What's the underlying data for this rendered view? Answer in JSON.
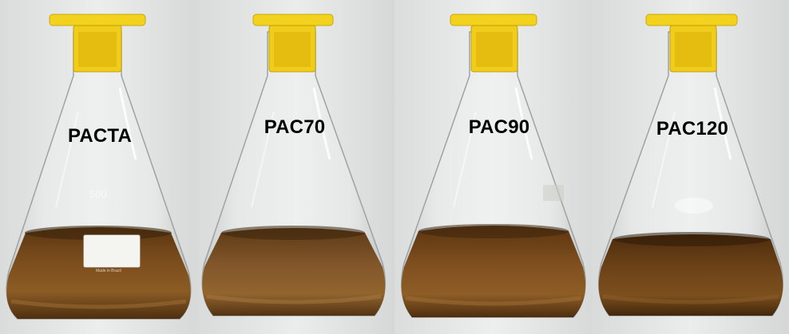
{
  "figure": {
    "flasks": [
      {
        "label": "PACTA",
        "volume_mark": "500",
        "sticker_text": "Made in Brazil"
      },
      {
        "label": "PAC70"
      },
      {
        "label": "PAC90"
      },
      {
        "label": "PAC120"
      }
    ],
    "colors": {
      "cap": "#f2d21c",
      "liquid": "#6b4418",
      "liquid_light": "#8a5a22",
      "background": "#e2e4e3"
    }
  }
}
